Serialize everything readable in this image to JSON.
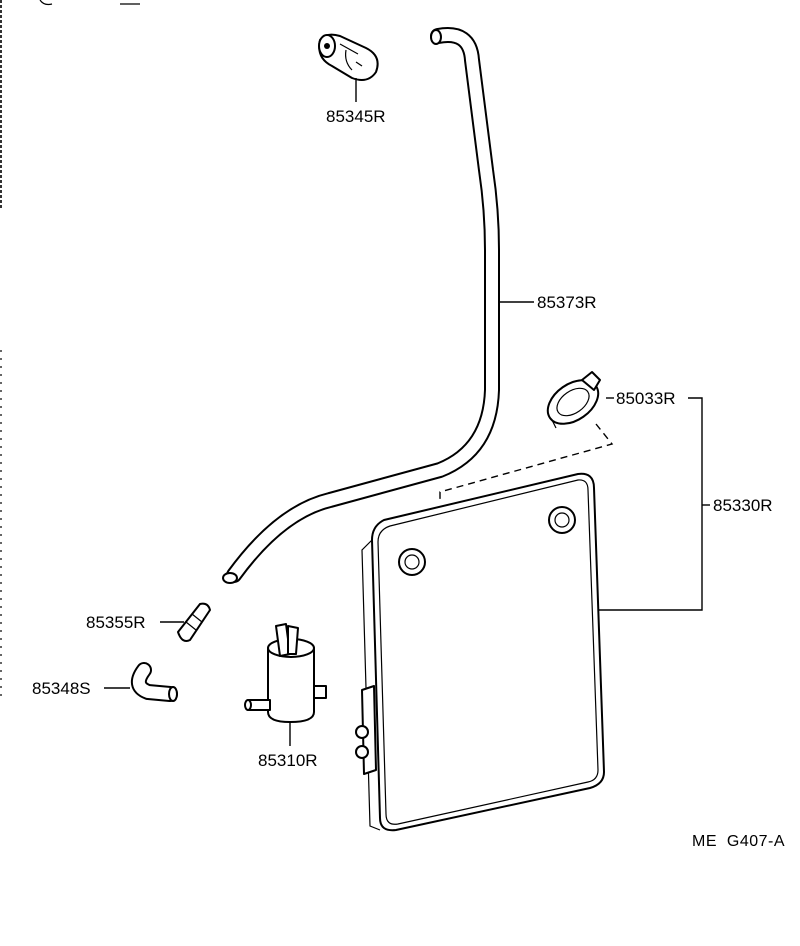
{
  "diagram_code": "ME  G407-A",
  "parts": {
    "nozzle": "85345R",
    "hose_long": "85373R",
    "cap": "85033R",
    "tank_assembly": "85330R",
    "joint": "85355R",
    "hose_elbow": "85348S",
    "pump": "85310R"
  }
}
